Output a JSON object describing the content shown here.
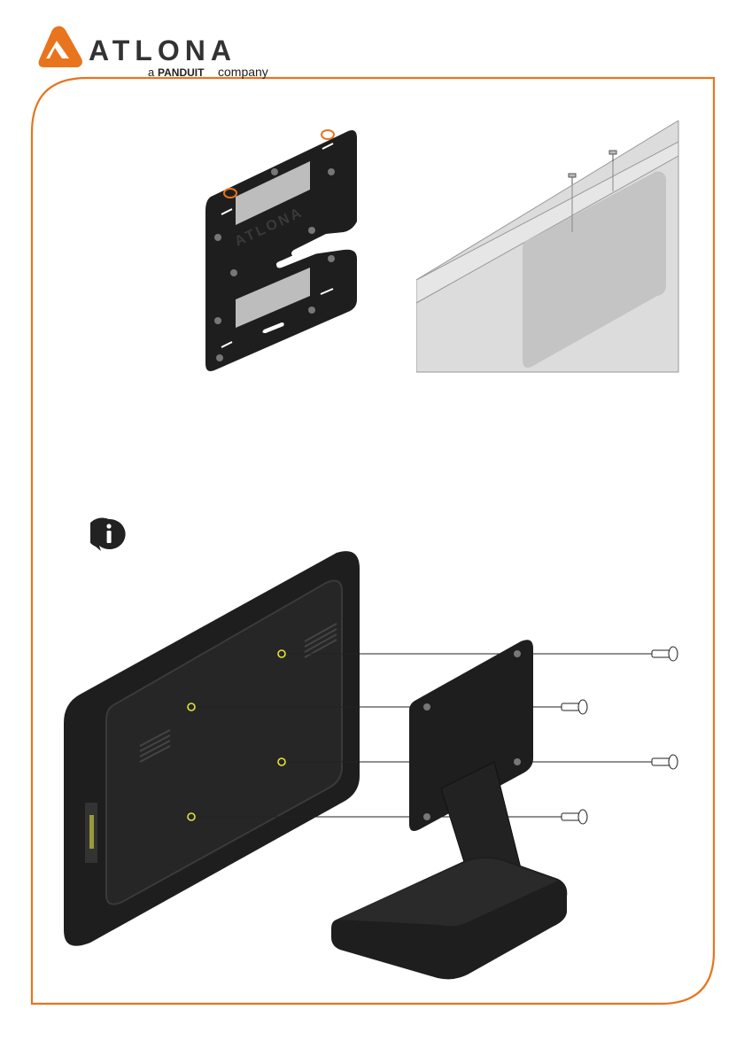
{
  "header": {
    "brand_name": "ATLONA",
    "tagline_prefix": "a",
    "tagline_brand": "PANDUIT",
    "tagline_suffix": "company"
  },
  "colors": {
    "accent": "#E8741E",
    "plate": "#1E1E1E",
    "wall": "#DCDCDC",
    "wall_panel": "#C4C4C4",
    "screw_ring": "#E8E33A"
  },
  "icons": {
    "info": "info-icon",
    "logo": "atlona-logo-icon"
  },
  "figures": {
    "wall_plate_logo": "ATLONA"
  }
}
